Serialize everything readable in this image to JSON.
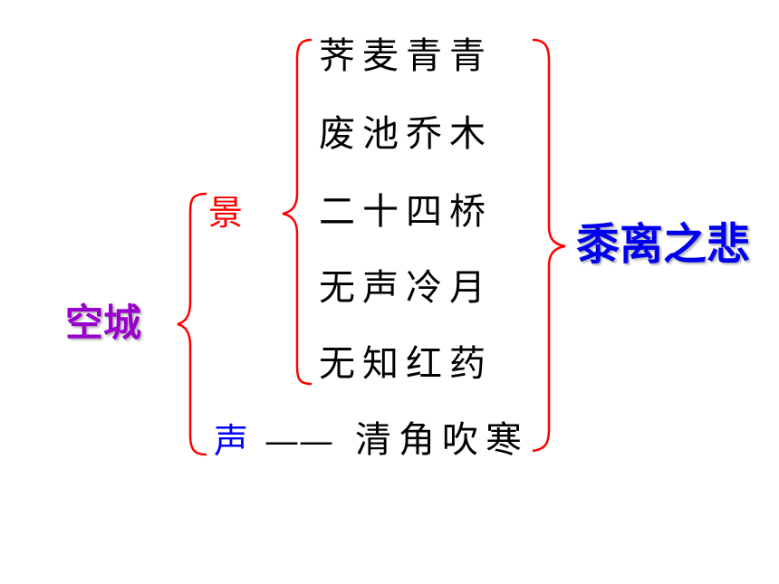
{
  "root": {
    "label": "空城",
    "color": "#9900cc"
  },
  "scene": {
    "label": "景",
    "color": "#ff0000",
    "items": [
      "荠麦青青",
      "废池乔木",
      "二十四桥",
      "无声冷月",
      "无知红药"
    ]
  },
  "sound": {
    "label": "声",
    "color": "#0000ff",
    "dash": "——",
    "text": "清角吹寒"
  },
  "conclusion": {
    "label": "黍离之悲",
    "color": "#0000ee"
  },
  "bracket_color": "#ff0000"
}
